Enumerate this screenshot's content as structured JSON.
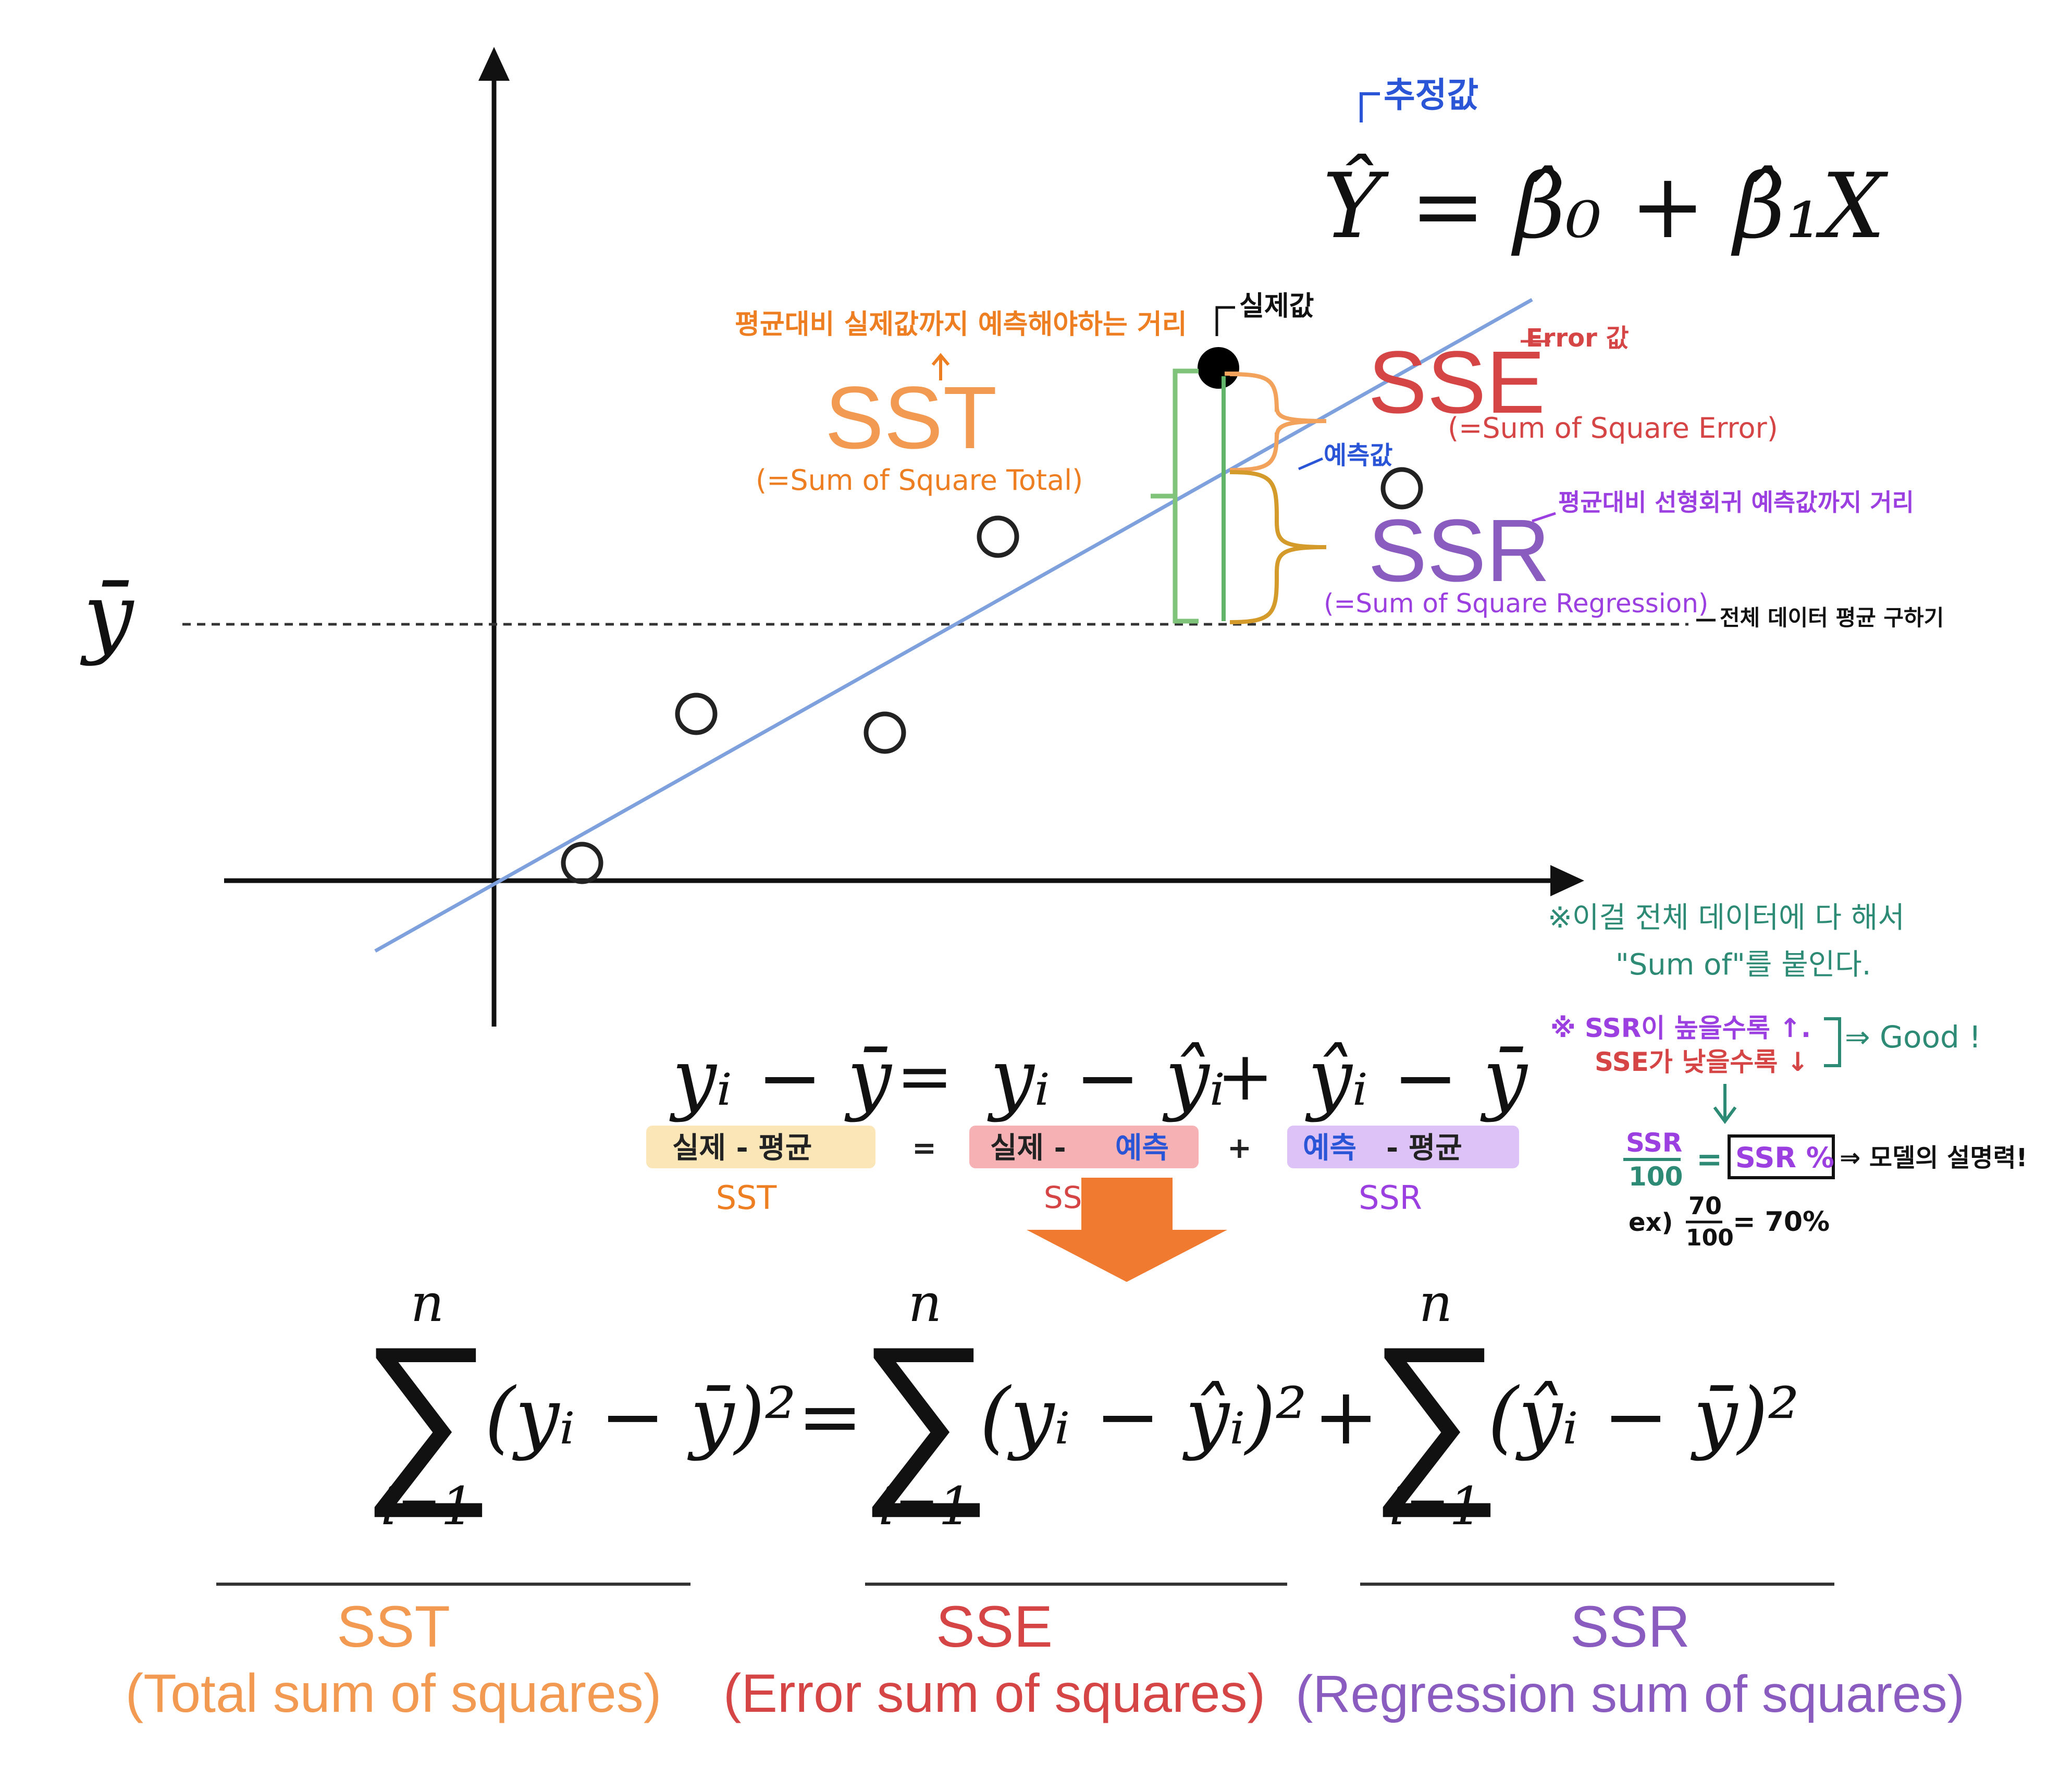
{
  "colors": {
    "sst": "#f39a52",
    "sse": "#d64545",
    "ssr": "#8a5cc0",
    "regression_line": "#7ea1de",
    "blue_note": "#2a55d6",
    "orange_note": "#ee7e22",
    "purple_note": "#9b3fe0",
    "teal_note": "#2d8a74",
    "green_bracket": "#7fc47a",
    "dark_green_line": "#62b46a",
    "gold_brace": "#d49a2a",
    "orange_brace": "#f3a25c",
    "hl_sst": "#fbe6b8",
    "hl_sse": "#f6b1b5",
    "hl_ssr": "#dcc2f7",
    "arrow": "#f07a30"
  },
  "graph": {
    "ybar_label": "ȳ",
    "estimate_note": "추정값",
    "regression_eq": "Ŷ = β̂₀ + β̂₁X",
    "actual_note": "실제값",
    "predicted_note": "예측값",
    "error_note": "Error 값",
    "sst_label": "SST",
    "sst_full": "(=Sum of Square Total)",
    "sst_note": "평균대비 실제값까지 예측해야하는 거리",
    "sse_label": "SSE",
    "sse_full": "(=Sum of Square Error)",
    "ssr_label": "SSR",
    "ssr_full": "(=Sum of Square Regression)",
    "ssr_note": "평균대비 선형회귀 예측값까지 거리",
    "mean_note": "전체 데이터 평균 구하기"
  },
  "side_notes": {
    "note1_line1": "※이걸 전체 데이터에 다 해서",
    "note1_line2": "\"Sum of\"를 붙인다.",
    "note2_line1": "※ SSR이 높을수록 ↑.",
    "note2_line2": "SSE가 낮을수록 ↓",
    "good": "⇒ Good !",
    "frac_num": "SSR",
    "frac_den": "100",
    "equals": "=",
    "boxed": "SSR %",
    "model_note": "⇒ 모델의 설명력!",
    "ex_prefix": "ex)",
    "ex_num": "70",
    "ex_den": "100",
    "ex_result": "= 70%"
  },
  "equation": {
    "t1": "yᵢ − ȳ",
    "eq": "=",
    "t2": "yᵢ − ŷᵢ",
    "plus": "+",
    "t3": "ŷᵢ − ȳ",
    "h1": "실제 - 평균",
    "h_eq": "=",
    "h2_a": "실제 -",
    "h2_b": "예측",
    "h_plus": "+",
    "h3_a": "예측",
    "h3_b": "- 평균",
    "l1": "SST",
    "l2": "SSE",
    "l3": "SSR"
  },
  "sum_formula": {
    "n": "n",
    "lower": "i=1",
    "term1": "(yᵢ − ȳ)²",
    "eq": "=",
    "term2": "(yᵢ − ŷᵢ)²",
    "plus": "+",
    "term3": "(ŷᵢ − ȳ)²"
  },
  "legend": {
    "sst": "SST",
    "sst_desc": "(Total sum of squares)",
    "sse": "SSE",
    "sse_desc": "(Error sum of squares)",
    "ssr": "SSR",
    "ssr_desc": "(Regression sum of squares)"
  }
}
